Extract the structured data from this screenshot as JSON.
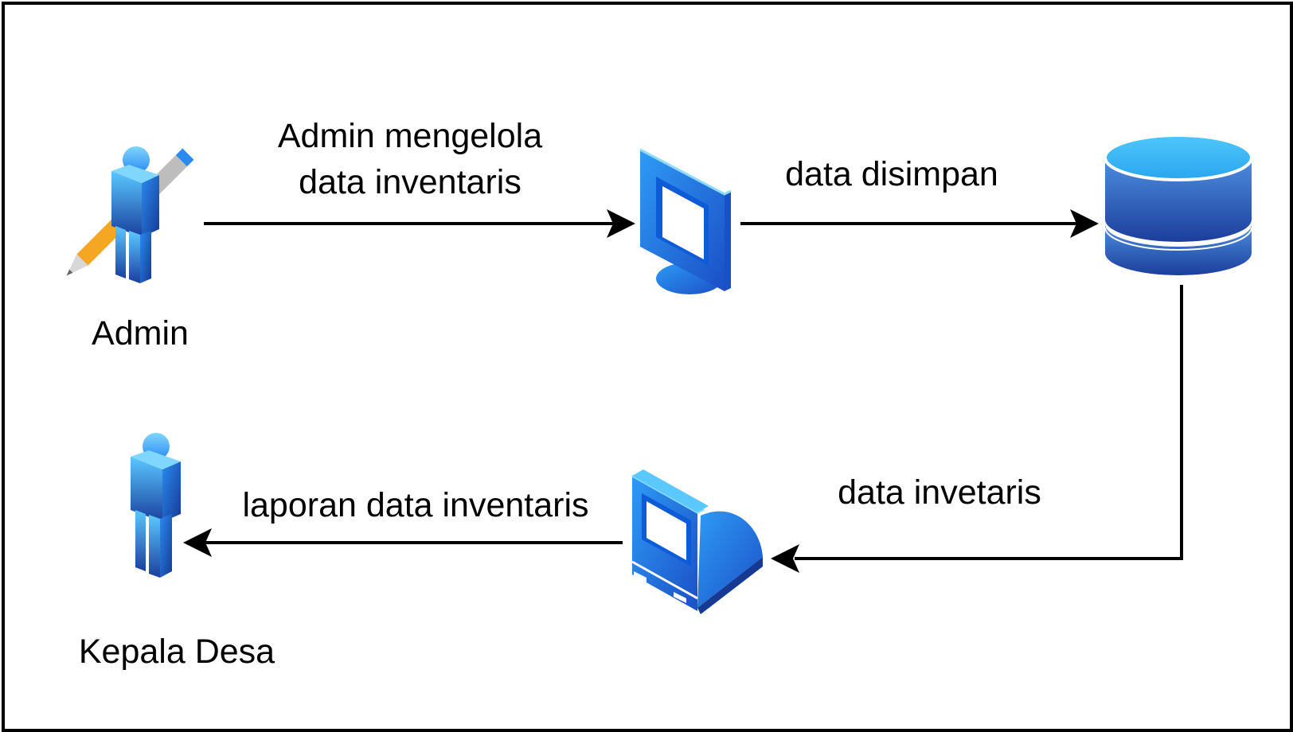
{
  "diagram": {
    "nodes": {
      "admin": {
        "label": "Admin",
        "icon": "admin-user-pencil-icon"
      },
      "kepala_desa": {
        "label": "Kepala Desa",
        "icon": "user-icon"
      },
      "monitor": {
        "icon": "monitor-icon"
      },
      "database": {
        "icon": "database-icon"
      },
      "computer": {
        "icon": "desktop-computer-icon"
      }
    },
    "edges": {
      "admin_to_monitor": {
        "line1": "Admin mengelola",
        "line2": "data inventaris"
      },
      "monitor_to_database": {
        "label": "data disimpan"
      },
      "database_to_computer": {
        "label": "data invetaris"
      },
      "computer_to_kepala": {
        "label": "laporan data inventaris"
      }
    }
  },
  "colors": {
    "icon_light": "#5BC8FF",
    "icon_mid": "#2A8AF0",
    "icon_dark": "#1A3F9E",
    "pencil_orange": "#F5A623",
    "line": "#000000"
  }
}
